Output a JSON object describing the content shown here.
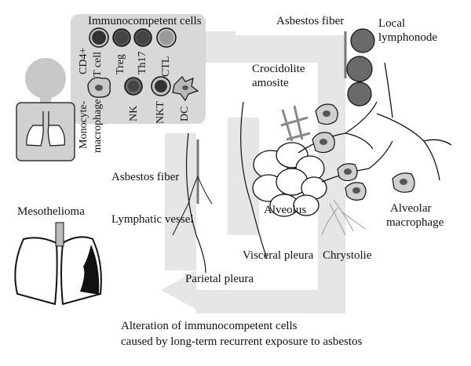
{
  "panel": {
    "title": "Immunocompetent cells",
    "cells_row1": [
      "CD4+",
      "T cell",
      "Treg",
      "Th17",
      "CTL"
    ],
    "cells_row2": [
      "Monocyte-",
      "macrophage",
      "NK",
      "NKT",
      "DC"
    ]
  },
  "labels": {
    "asbestos_fiber_top": "Asbestos fiber",
    "local_lymphonode_1": "Local",
    "local_lymphonode_2": "lymphonode",
    "crocidolite_1": "Crocidolite",
    "crocidolite_2": "amosite",
    "asbestos_fiber_left": "Asbestos fiber",
    "lymphatic_vessel": "Lymphatic vessel",
    "alveolus": "Alveolus",
    "alveolar_macrophage_1": "Alveolar",
    "alveolar_macrophage_2": "macrophage",
    "mesothelioma": "Mesothelioma",
    "visceral_pleura": "Visceral pleura",
    "chrysotile": "Chrystolie",
    "parietal_pleura": "Parietal pleura",
    "caption_1": "Alteration of immunocompetent cells",
    "caption_2": "caused by long-term recurrent exposure to asbestos"
  },
  "colors": {
    "arrow": "#e4e4e4",
    "panel": "#d9d9d9",
    "cell_dark": "#3a3a3a",
    "cell_mid": "#8a8a8a",
    "node": "#6e6e6e",
    "tumor": "#111111"
  }
}
